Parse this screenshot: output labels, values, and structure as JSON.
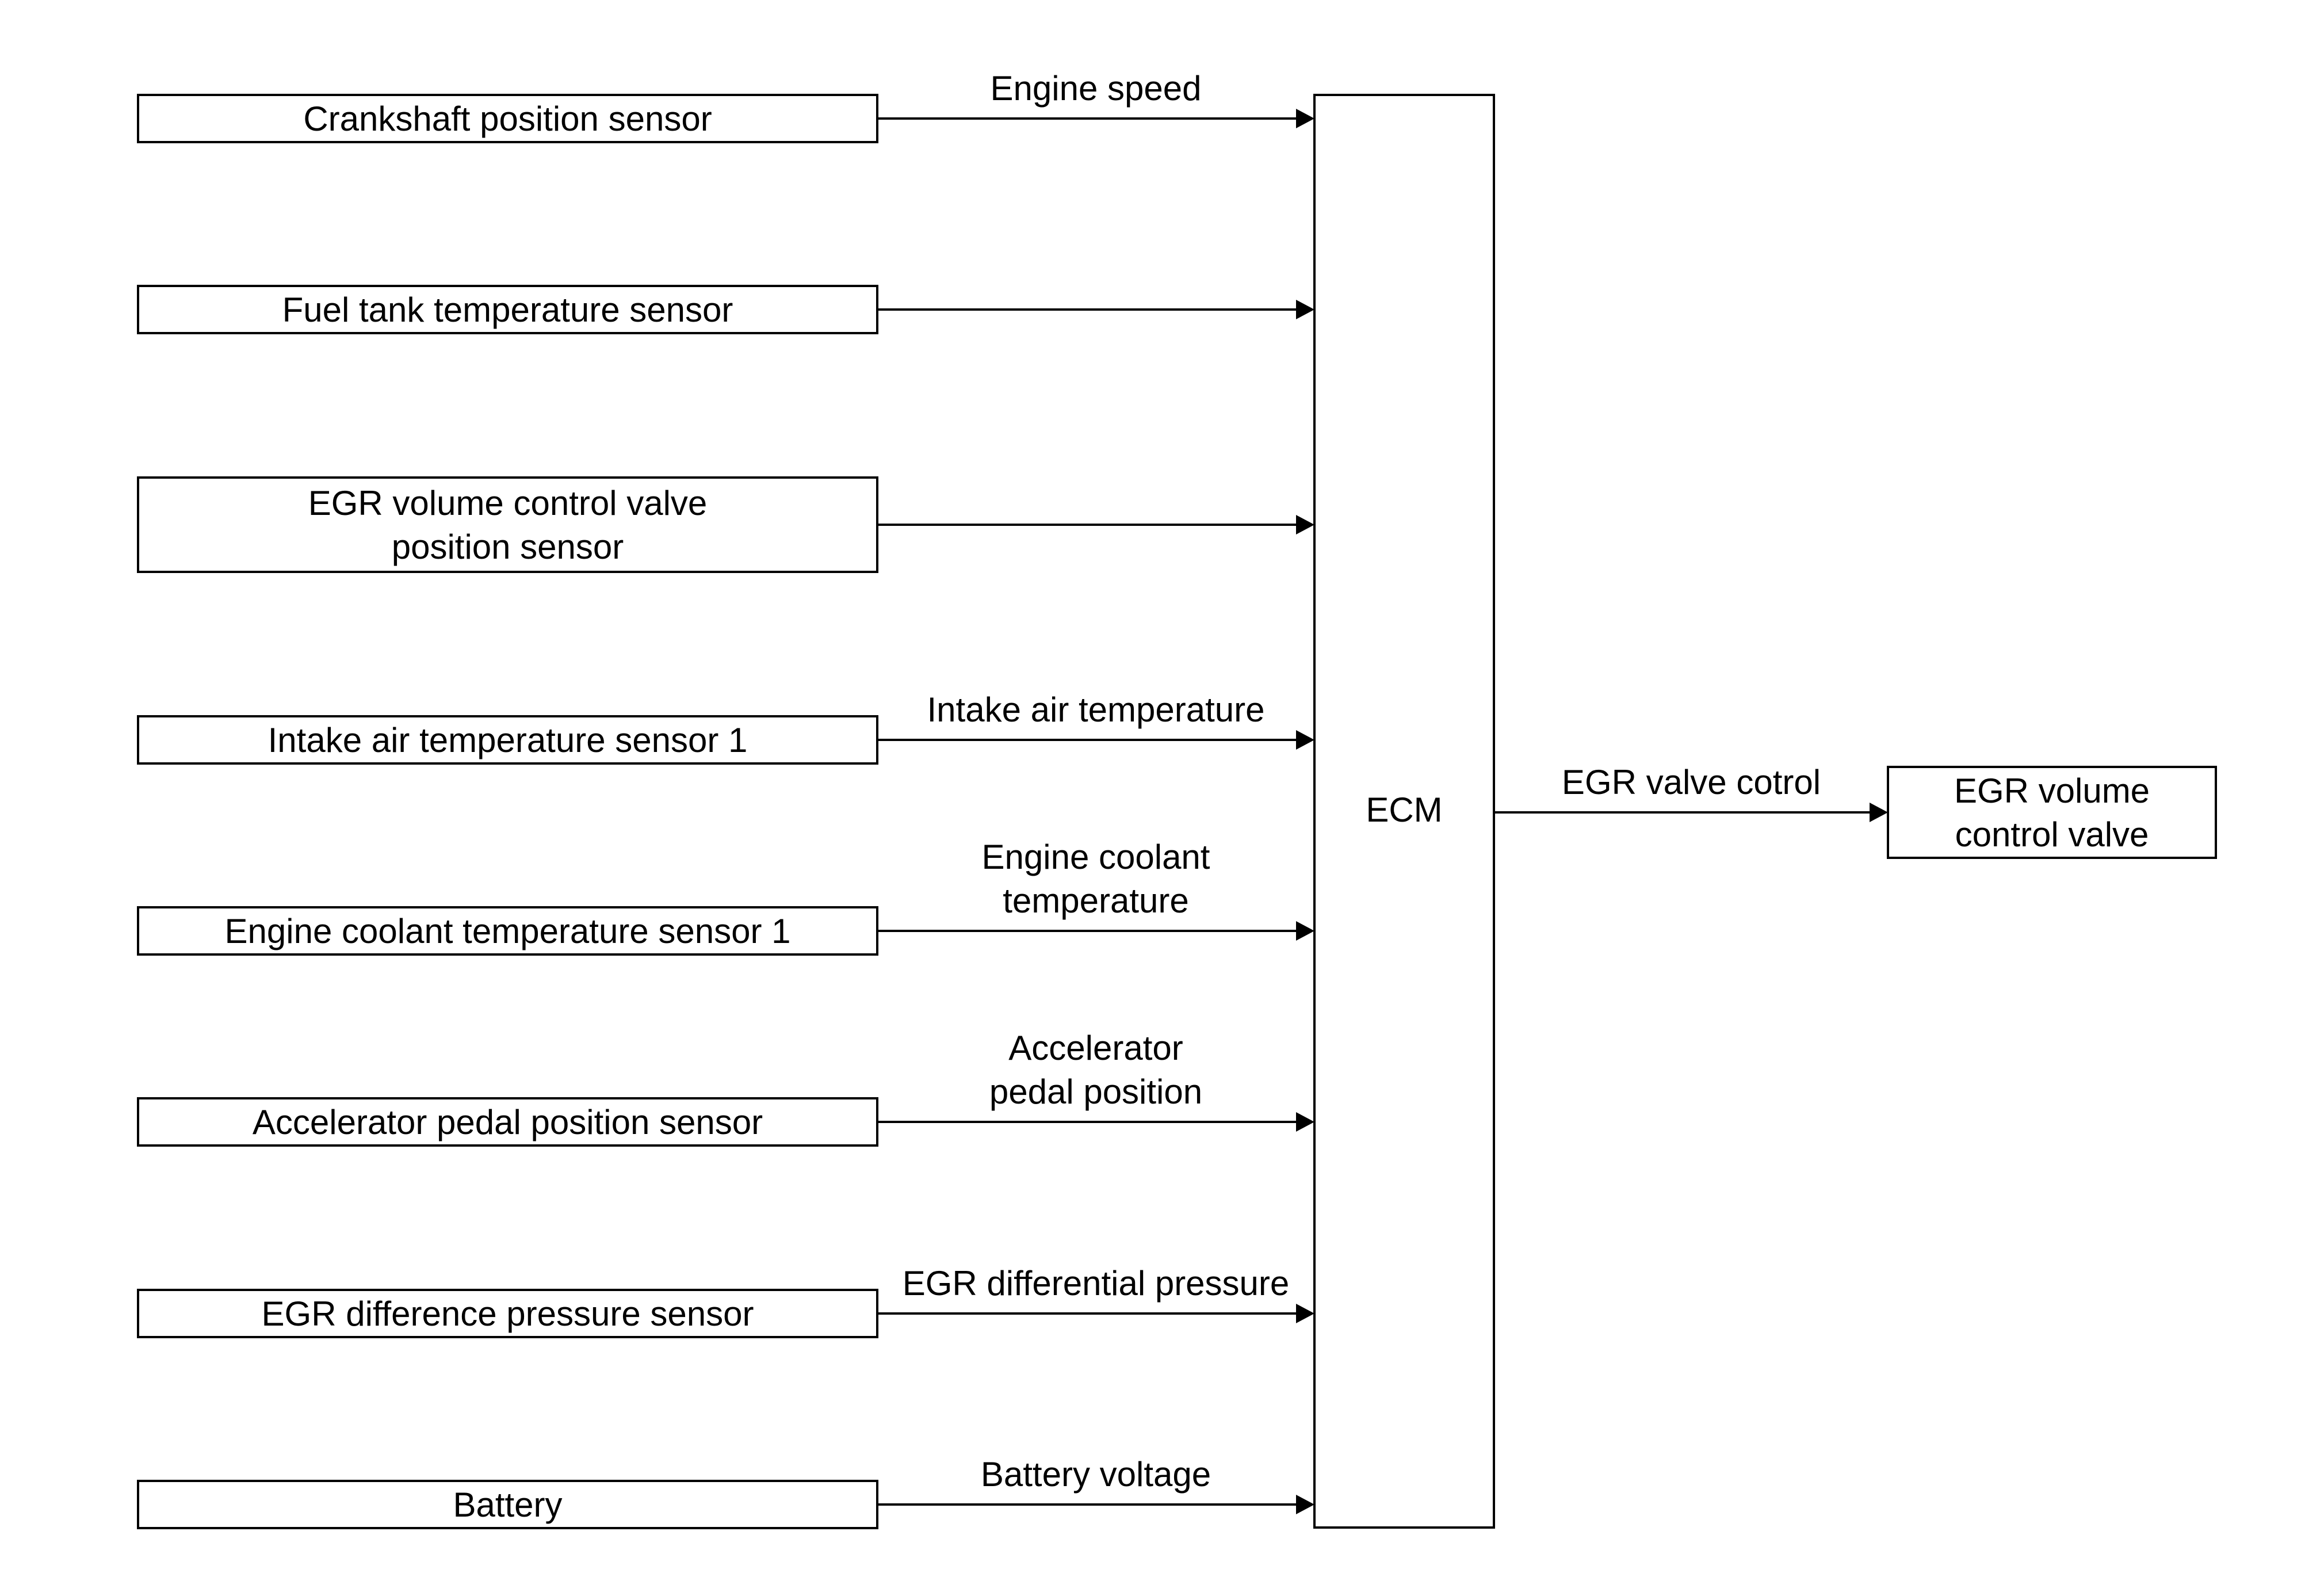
{
  "inputs": [
    {
      "name": "crankshaft",
      "box": [
        "Crankshaft position sensor"
      ],
      "signal": [
        "Engine speed"
      ]
    },
    {
      "name": "fuel-tank-temp",
      "box": [
        "Fuel tank temperature sensor"
      ],
      "signal": []
    },
    {
      "name": "egr-valve-position",
      "box": [
        "EGR volume control valve",
        "position sensor"
      ],
      "signal": []
    },
    {
      "name": "intake-air-temp",
      "box": [
        "Intake air temperature sensor 1"
      ],
      "signal": [
        "Intake air temperature"
      ]
    },
    {
      "name": "engine-coolant-temp",
      "box": [
        "Engine coolant temperature sensor 1"
      ],
      "signal": [
        "Engine coolant",
        "temperature"
      ]
    },
    {
      "name": "accelerator-pedal",
      "box": [
        "Accelerator pedal position sensor"
      ],
      "signal": [
        "Accelerator",
        "pedal position"
      ]
    },
    {
      "name": "egr-difference-pressure",
      "box": [
        "EGR difference pressure sensor"
      ],
      "signal": [
        "EGR differential pressure"
      ]
    },
    {
      "name": "battery",
      "box": [
        "Battery"
      ],
      "signal": [
        "Battery voltage"
      ]
    }
  ],
  "ecm": {
    "label": "ECM"
  },
  "output": {
    "name": "egr-volume-control-valve",
    "signal": [
      "EGR valve cotrol"
    ],
    "box": [
      "EGR volume",
      "control valve"
    ]
  }
}
